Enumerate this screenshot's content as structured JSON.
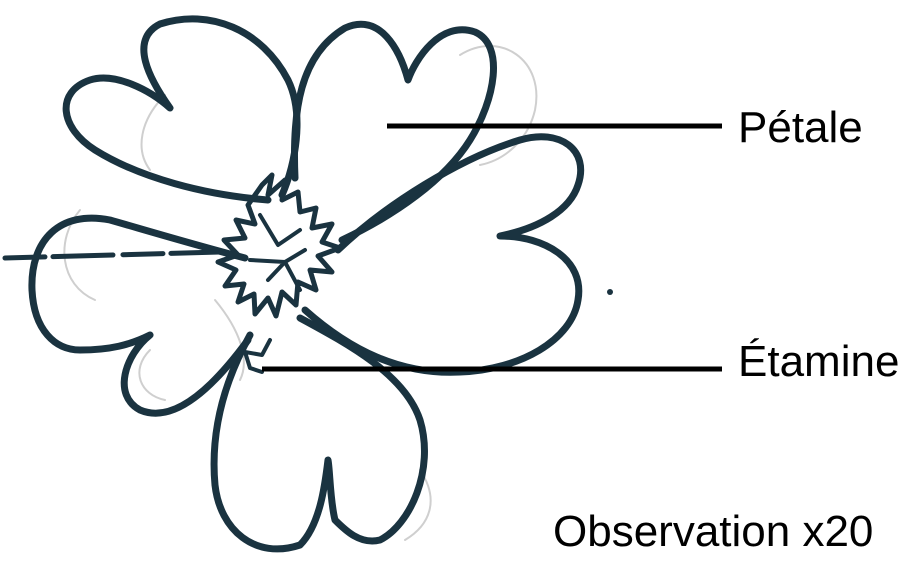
{
  "labels": {
    "petal": "Pétale",
    "stamen": "Étamine",
    "caption": "Observation x20"
  },
  "colors": {
    "ink": "#1a3340",
    "pencil": "#c8c8c8",
    "pointer": "#000000"
  }
}
